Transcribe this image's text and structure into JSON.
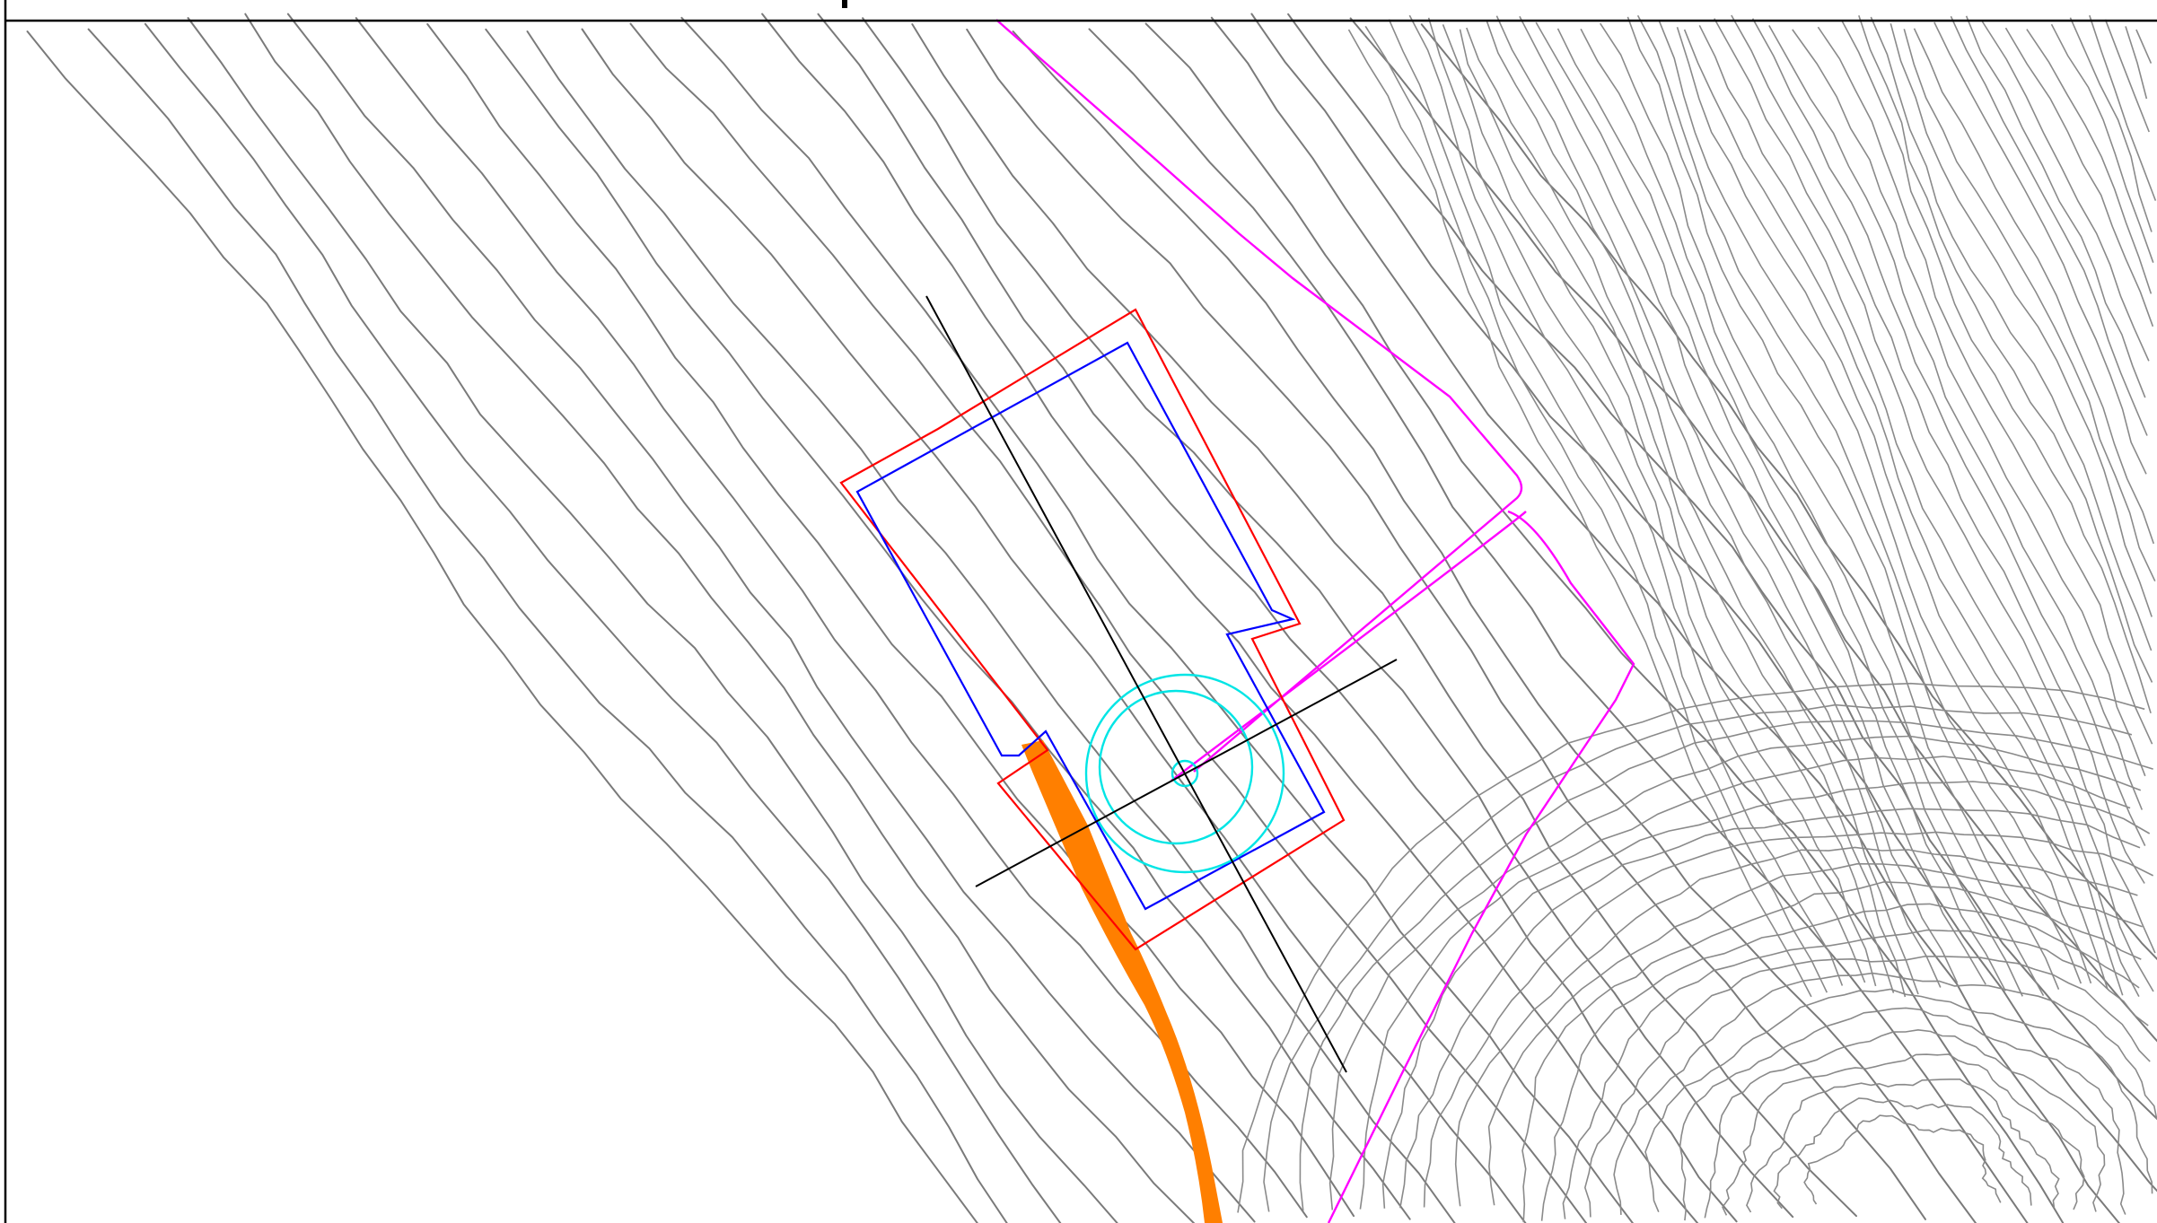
{
  "title": "",
  "colors": {
    "contour": "#7a7a7a",
    "boundary_magenta": "#ff00ff",
    "footprint_red": "#ff0000",
    "footprint_blue": "#0000ff",
    "turbine_cyan": "#00e5e5",
    "access_road_orange": "#ff7f00",
    "axis_black": "#000000",
    "background": "#ffffff"
  },
  "layers": [
    {
      "name": "contour-lines",
      "color": "#7a7a7a"
    },
    {
      "name": "site-boundary",
      "color": "#ff00ff"
    },
    {
      "name": "outer-pad",
      "color": "#ff0000"
    },
    {
      "name": "inner-pad",
      "color": "#0000ff"
    },
    {
      "name": "turbine-rings",
      "color": "#00e5e5"
    },
    {
      "name": "access-road",
      "color": "#ff7f00"
    },
    {
      "name": "center-axes",
      "color": "#000000"
    }
  ]
}
